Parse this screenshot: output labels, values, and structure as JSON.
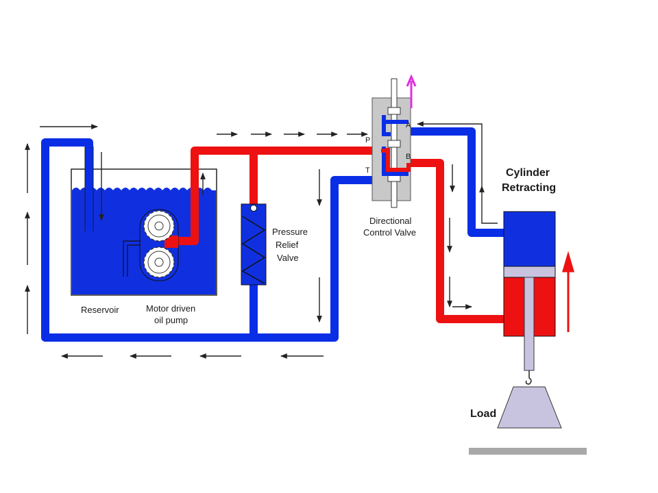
{
  "labels": {
    "reservoir": "Reservoir",
    "pump_line1": "Motor driven",
    "pump_line2": "oil pump",
    "relief_line1": "Pressure",
    "relief_line2": "Relief",
    "relief_line3": "Valve",
    "dcv_line1": "Directional",
    "dcv_line2": "Control Valve",
    "cylinder_line1": "Cylinder",
    "cylinder_line2": "Retracting",
    "load": "Load",
    "port_p": "P",
    "port_t": "T",
    "port_a": "A",
    "port_b": "B"
  },
  "colors": {
    "pressure_line": "#ee1111",
    "return_line": "#0a2ee6",
    "oil": "#1030e0",
    "valve_body": "#c8c8c8",
    "piston": "#c8c4e0",
    "load": "#c8c4e0",
    "floor": "#a8a8a8",
    "spool_arrow": "#e030e0",
    "motion_arrow": "#ee1111"
  },
  "icons": {
    "flow_arrow": "arrow-icon",
    "gear": "gear-icon",
    "spring": "spring-icon",
    "hook": "hook-icon"
  }
}
